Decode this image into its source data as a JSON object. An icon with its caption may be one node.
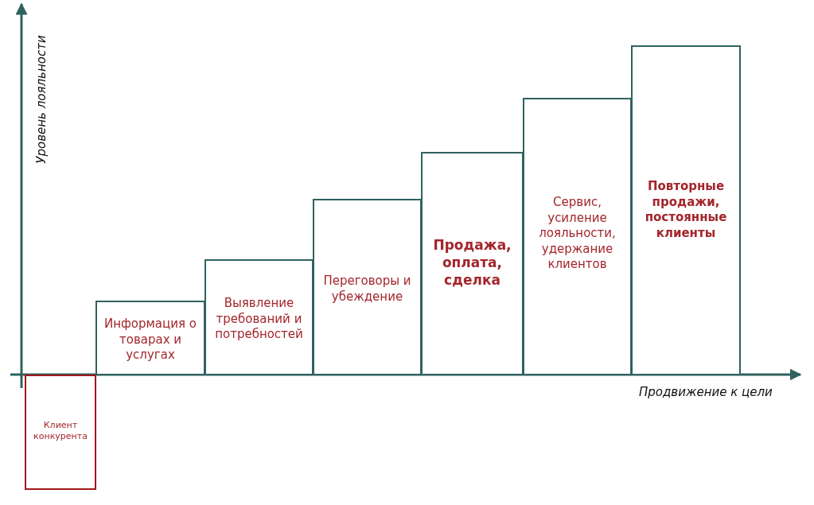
{
  "diagram": {
    "nodes": [
      {
        "text": [
          "Клиент конкурента"
        ]
      },
      {
        "text": [
          "Информация о товарах и услугах"
        ]
      },
      {
        "text": [
          "Выявление требований и потребностей"
        ]
      },
      {
        "text": [
          "Переговоры и убеждение"
        ]
      },
      {
        "text": [
          "Продажа, оплата, сделка"
        ]
      },
      {
        "text": [
          "Сервис, усиление лояльности, удержание клиентов"
        ]
      },
      {
        "text": [
          "Повторные продажи, постоянные клиенты"
        ]
      }
    ],
    "labels": [
      "Уровень лояльности",
      "Продвижение к цели"
    ]
  }
}
